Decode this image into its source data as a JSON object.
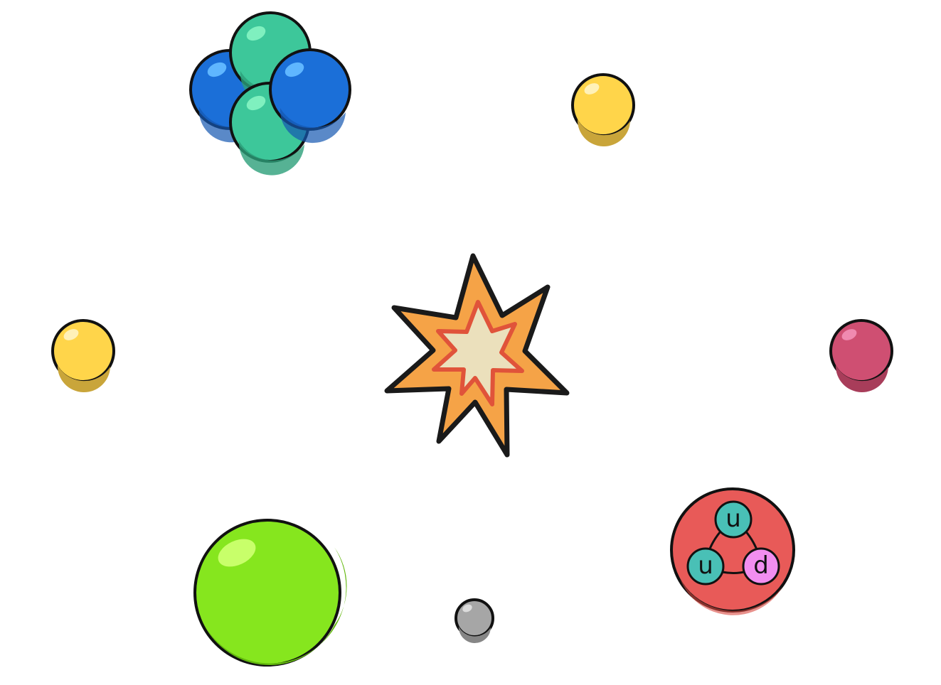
{
  "colors": {
    "background": "#ffffff",
    "outline": "#111111",
    "proton_blue": "#1a6fd6",
    "neutron_teal": "#3cc79a",
    "yellow_particle": "#ffd54a",
    "magenta_particle": "#cf4f72",
    "green_particle": "#86e61e",
    "gray_particle": "#a6a6a6",
    "burst_orange": "#f5a347",
    "burst_red": "#e0533a",
    "burst_core": "#ebe0bc",
    "proton_red": "#e85a58",
    "up_quark": "#49c0b6",
    "down_quark": "#f28ef0"
  },
  "quarks": {
    "up_top": "u",
    "up_left": "u",
    "down_right": "d"
  }
}
